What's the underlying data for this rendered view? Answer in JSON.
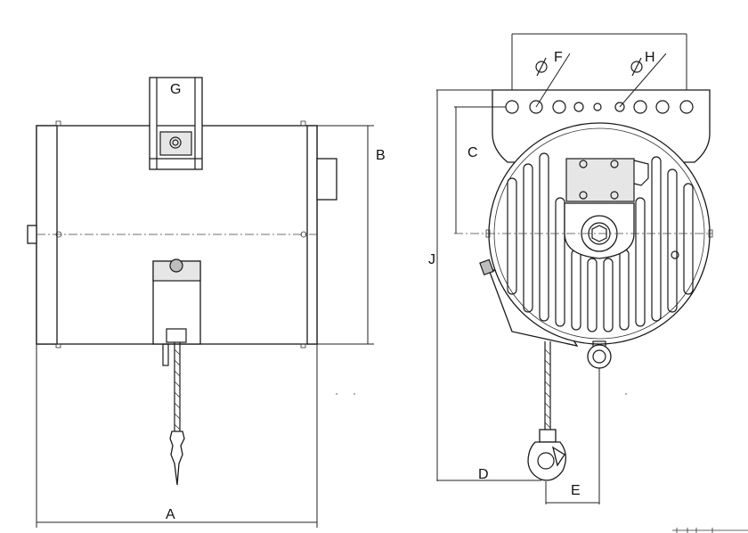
{
  "labels": {
    "A": "A",
    "B": "B",
    "C": "C",
    "D": "D",
    "E": "E",
    "F": "F",
    "G": "G",
    "H": "H",
    "J": "J"
  }
}
